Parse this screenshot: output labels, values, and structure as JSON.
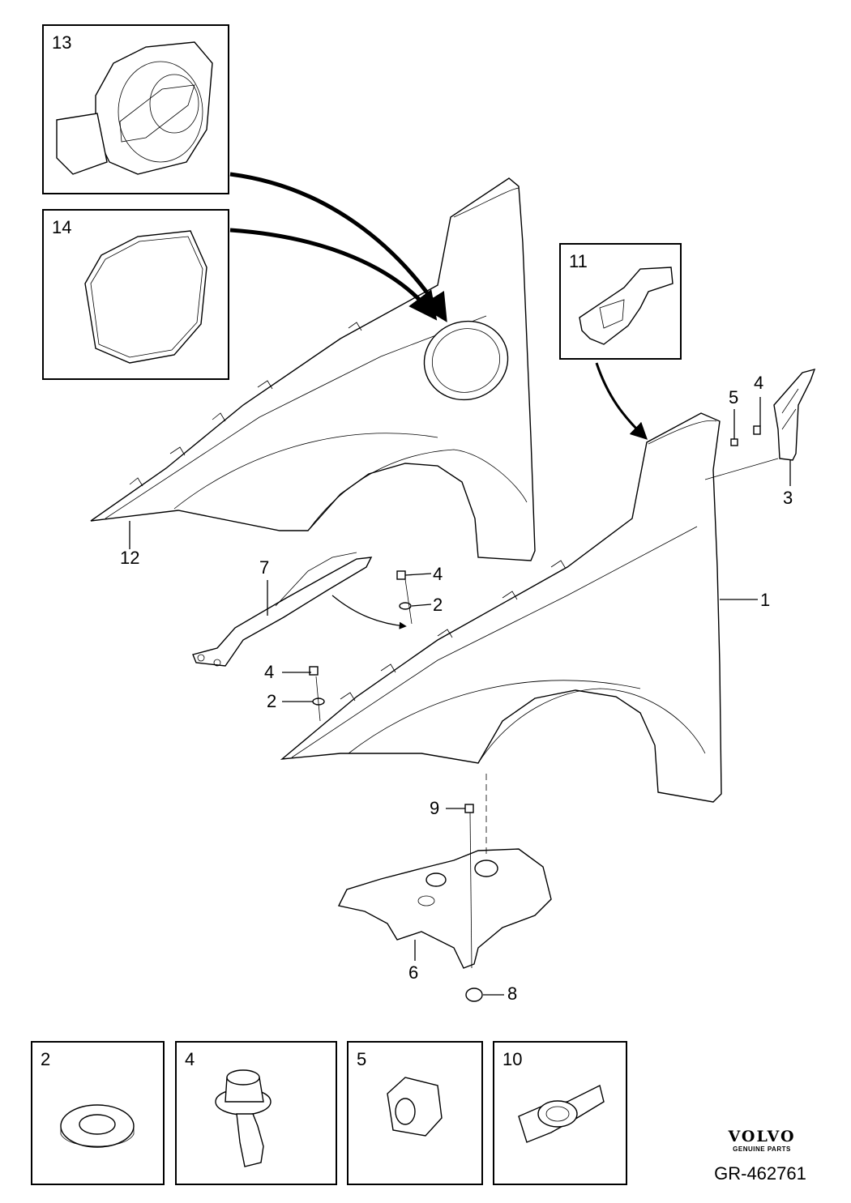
{
  "inset_boxes": [
    {
      "id": "13",
      "label": "13"
    },
    {
      "id": "14",
      "label": "14"
    },
    {
      "id": "11",
      "label": "11"
    }
  ],
  "callouts": [
    {
      "label": "12"
    },
    {
      "label": "1"
    },
    {
      "label": "3"
    },
    {
      "label": "4"
    },
    {
      "label": "5"
    },
    {
      "label": "7"
    },
    {
      "label": "4"
    },
    {
      "label": "2"
    },
    {
      "label": "4"
    },
    {
      "label": "2"
    },
    {
      "label": "9"
    },
    {
      "label": "6"
    },
    {
      "label": "8"
    }
  ],
  "legend_boxes": [
    {
      "label": "2",
      "icon": "washer-icon"
    },
    {
      "label": "4",
      "icon": "flange-bolt-icon"
    },
    {
      "label": "5",
      "icon": "clip-nut-icon"
    },
    {
      "label": "10",
      "icon": "stud-bolt-icon"
    }
  ],
  "brand": {
    "logo": "VOLVO",
    "tagline": "GENUINE PARTS"
  },
  "reference": "GR-462761"
}
